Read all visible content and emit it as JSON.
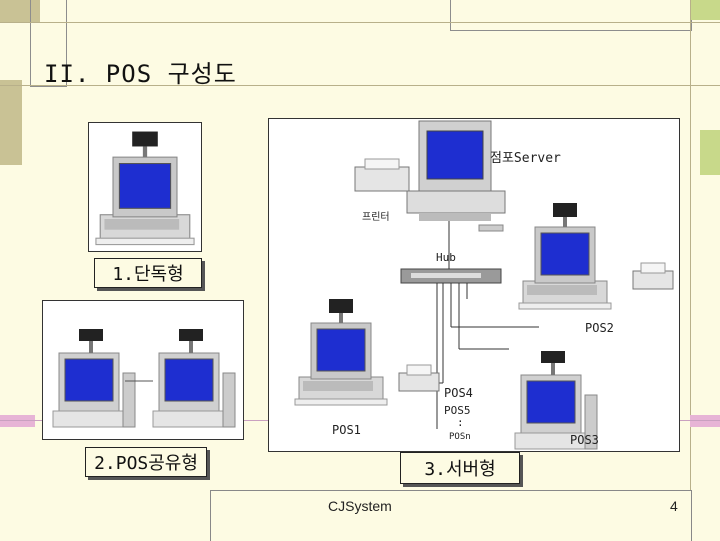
{
  "title": "II. POS 구성도",
  "configs": {
    "standalone": "1.단독형",
    "shared": "2.POS공유형",
    "server": "3.서버형"
  },
  "server_diagram": {
    "server_label": "점포Server",
    "printer_label": "프린터",
    "hub_label": "Hub",
    "pos_labels": [
      "POS1",
      "POS2",
      "POS3",
      "POS4",
      "POS5",
      ":",
      "POSn"
    ]
  },
  "footer": {
    "company": "CJSystem",
    "page_number": "4"
  },
  "colors": {
    "background": "#fdfbe3",
    "accent_green": "#c8d98a",
    "accent_pink": "#e7b4d6",
    "screen_blue": "#1e2ed0"
  }
}
